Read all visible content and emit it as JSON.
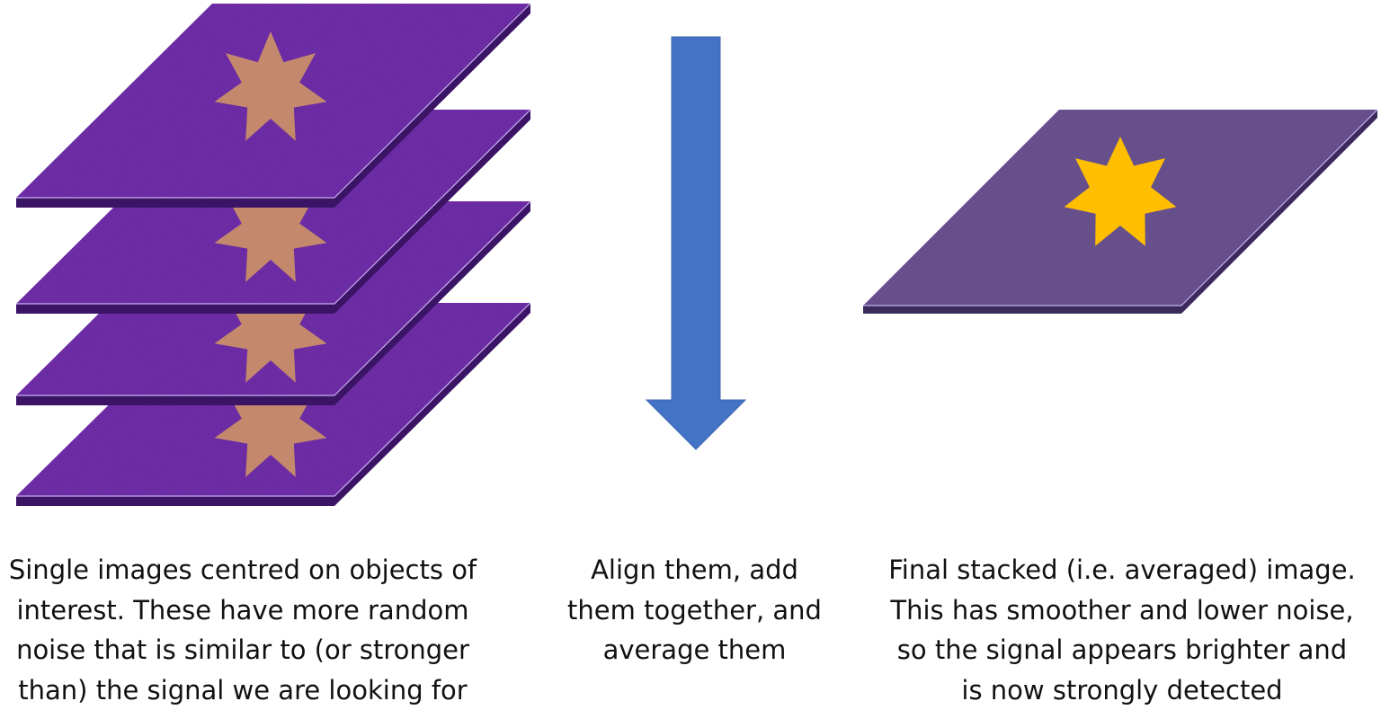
{
  "captions": {
    "left": [
      "Single images centred on objects of",
      "interest. These have more random",
      "noise that is similar to (or stronger",
      "than) the signal we are looking for"
    ],
    "middle": [
      "Align them, add",
      "them together, and",
      "average them"
    ],
    "right": [
      "Final stacked (i.e. averaged) image.",
      "This has smoother and lower noise,",
      "so the signal appears brighter and",
      "is now strongly detected"
    ]
  },
  "colors": {
    "noisy_plate": "#6a2ea6",
    "noisy_plate_edge": "#3c1466",
    "faint_star": "#c4896c",
    "arrow": "#4472c4",
    "arrow_stroke": "#3b66b2",
    "clean_plate": "#674f8c",
    "clean_plate_edge": "#3b2b5c",
    "bright_star": "#ffbf00"
  },
  "icons": {
    "noisy_plate": "noisy-image-plate-icon",
    "faint_star": "faint-seven-point-star-icon",
    "arrow": "down-arrow-icon",
    "bright_star": "bright-seven-point-star-icon"
  }
}
